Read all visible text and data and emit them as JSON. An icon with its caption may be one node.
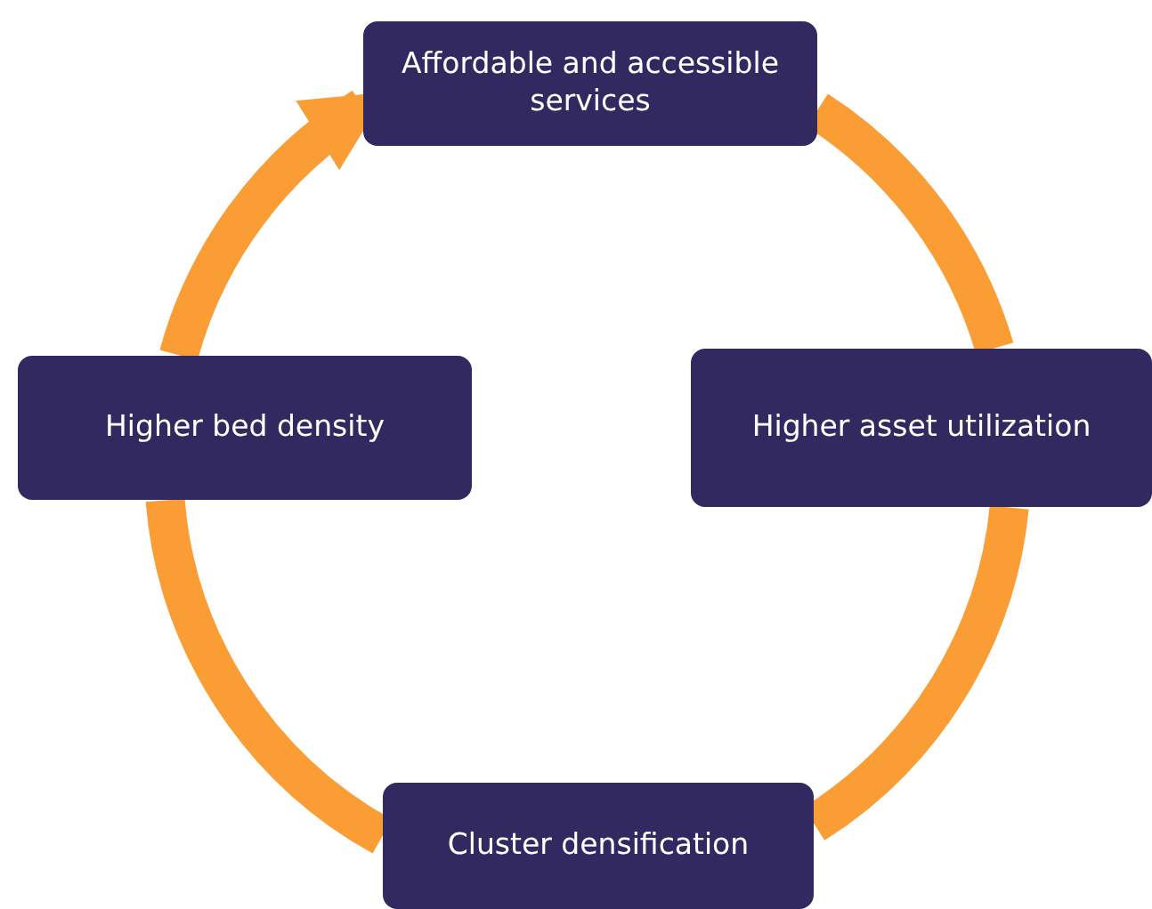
{
  "diagram": {
    "nodes": [
      {
        "text": [
          "Affordable and accessible services"
        ]
      },
      {
        "text": [
          "Higher bed density"
        ]
      },
      {
        "text": [
          "Higher asset utilization"
        ]
      },
      {
        "text": [
          "Cluster densification"
        ]
      }
    ],
    "edges": [
      {
        "from": 0,
        "to": 2,
        "arrow": "none"
      },
      {
        "from": 2,
        "to": 3,
        "arrow": "none"
      },
      {
        "from": 3,
        "to": 1,
        "arrow": "none"
      },
      {
        "from": 1,
        "to": 0,
        "arrow": "to"
      }
    ]
  }
}
